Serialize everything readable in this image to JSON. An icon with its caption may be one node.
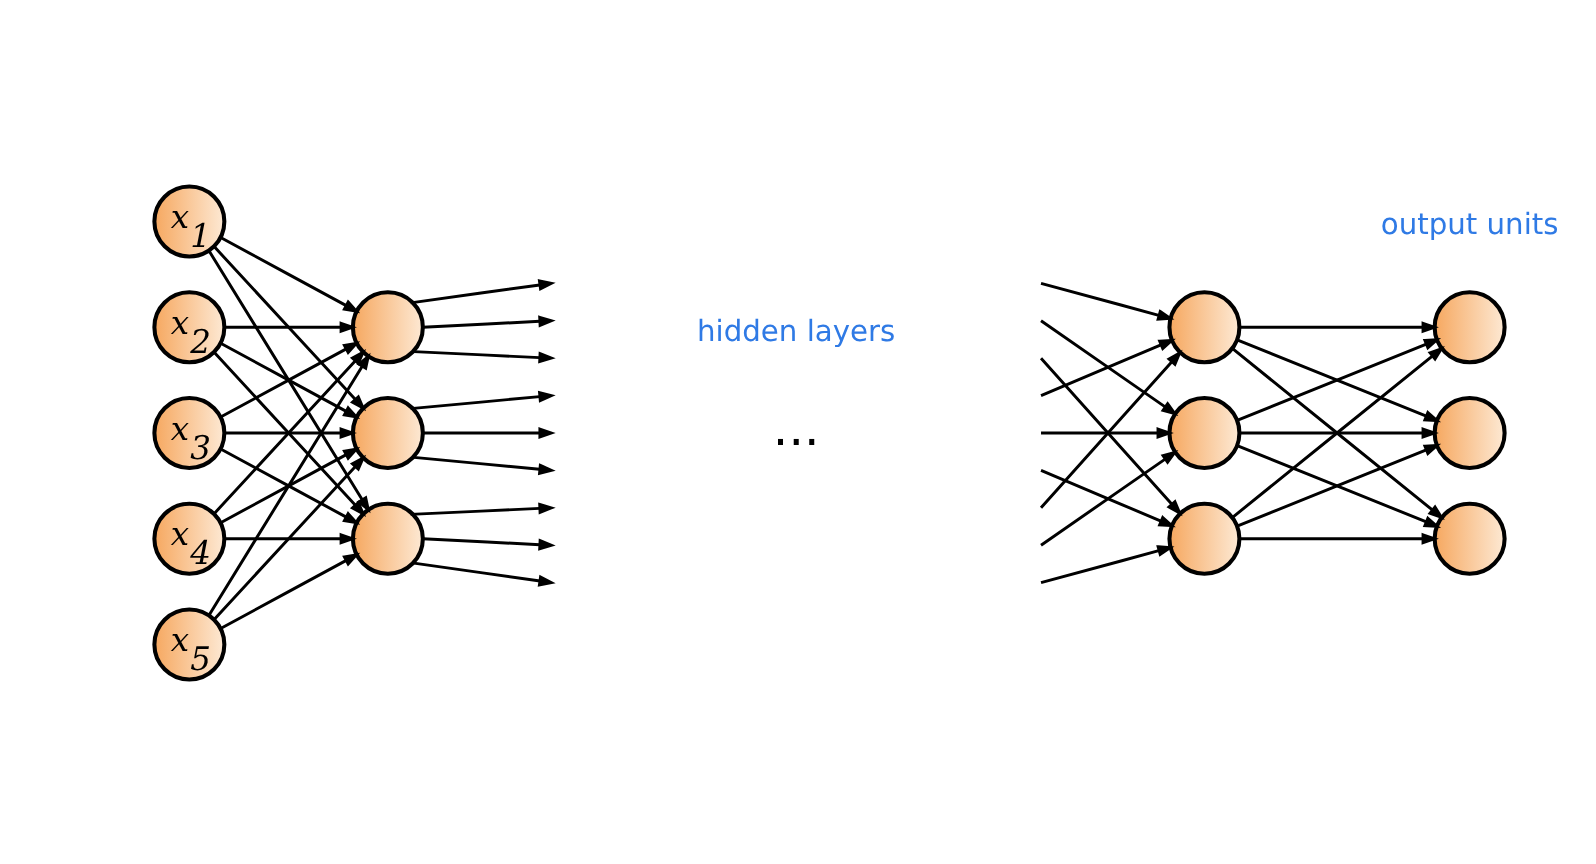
{
  "diagram": {
    "nodes": [
      {
        "text": [
          "x$_{1}$"
        ]
      },
      {
        "text": [
          "x$_{2}$"
        ]
      },
      {
        "text": [
          "x$_{3}$"
        ]
      },
      {
        "text": [
          "x$_{4}$"
        ]
      },
      {
        "text": [
          "x$_{5}$"
        ]
      },
      {
        "text": [],
        "shape": "circle"
      },
      {
        "text": [],
        "shape": "circle"
      },
      {
        "text": [],
        "shape": "circle"
      },
      {
        "text": [],
        "shape": "circle"
      },
      {
        "text": [],
        "shape": "circle"
      },
      {
        "text": [],
        "shape": "circle"
      },
      {
        "text": [],
        "shape": "circle"
      },
      {
        "text": [],
        "shape": "circle"
      },
      {
        "text": [],
        "shape": "circle"
      }
    ],
    "edges": [
      {
        "from": 0,
        "to": 5,
        "arrow": "to"
      },
      {
        "from": 0,
        "to": 6,
        "arrow": "to"
      },
      {
        "from": 0,
        "to": 7,
        "arrow": "to"
      },
      {
        "from": 1,
        "to": 5,
        "arrow": "to"
      },
      {
        "from": 1,
        "to": 6,
        "arrow": "to"
      },
      {
        "from": 1,
        "to": 7,
        "arrow": "to"
      },
      {
        "from": 2,
        "to": 5,
        "arrow": "to"
      },
      {
        "from": 2,
        "to": 6,
        "arrow": "to"
      },
      {
        "from": 2,
        "to": 7,
        "arrow": "to"
      },
      {
        "from": 3,
        "to": 5,
        "arrow": "to"
      },
      {
        "from": 3,
        "to": 6,
        "arrow": "to"
      },
      {
        "from": 3,
        "to": 7,
        "arrow": "to"
      },
      {
        "from": 4,
        "to": 5,
        "arrow": "to"
      },
      {
        "from": 4,
        "to": 6,
        "arrow": "to"
      },
      {
        "from": 4,
        "to": 7,
        "arrow": "to"
      },
      {
        "from": 5,
        "to": null,
        "arrow": "to"
      },
      {
        "from": 5,
        "to": null,
        "arrow": "to"
      },
      {
        "from": 5,
        "to": null,
        "arrow": "to"
      },
      {
        "from": 6,
        "to": null,
        "arrow": "to"
      },
      {
        "from": 6,
        "to": null,
        "arrow": "to"
      },
      {
        "from": 6,
        "to": null,
        "arrow": "to"
      },
      {
        "from": 7,
        "to": null,
        "arrow": "to"
      },
      {
        "from": 7,
        "to": null,
        "arrow": "to"
      },
      {
        "from": 7,
        "to": null,
        "arrow": "to"
      },
      {
        "from": null,
        "to": 8,
        "arrow": "to"
      },
      {
        "from": null,
        "to": 9,
        "arrow": "to"
      },
      {
        "from": null,
        "to": 10,
        "arrow": "to"
      },
      {
        "from": null,
        "to": 8,
        "arrow": "to"
      },
      {
        "from": null,
        "to": 9,
        "arrow": "to"
      },
      {
        "from": null,
        "to": 10,
        "arrow": "to"
      },
      {
        "from": null,
        "to": 8,
        "arrow": "to"
      },
      {
        "from": null,
        "to": 9,
        "arrow": "to"
      },
      {
        "from": null,
        "to": 10,
        "arrow": "to"
      },
      {
        "from": 8,
        "to": 11,
        "arrow": "to"
      },
      {
        "from": 8,
        "to": 12,
        "arrow": "to"
      },
      {
        "from": 8,
        "to": 13,
        "arrow": "to"
      },
      {
        "from": 9,
        "to": 11,
        "arrow": "to"
      },
      {
        "from": 9,
        "to": 12,
        "arrow": "to"
      },
      {
        "from": 9,
        "to": 13,
        "arrow": "to"
      },
      {
        "from": 10,
        "to": 11,
        "arrow": "to"
      },
      {
        "from": 10,
        "to": 12,
        "arrow": "to"
      },
      {
        "from": 10,
        "to": 13,
        "arrow": "to"
      }
    ],
    "labels": [
      "...",
      "hidden layers",
      "output units"
    ]
  }
}
